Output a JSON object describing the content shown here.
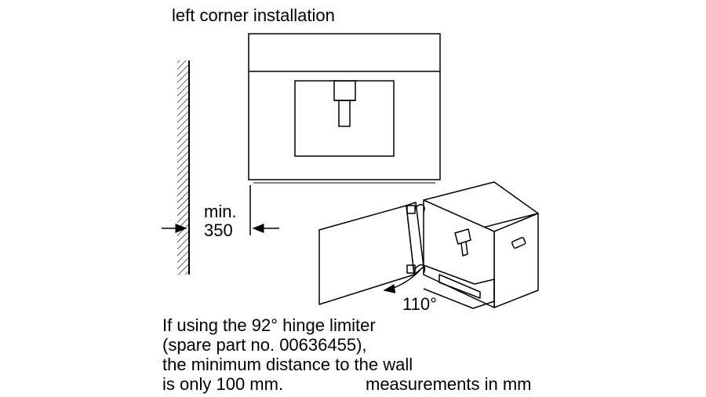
{
  "title": "left corner installation",
  "dimension": {
    "line1": "min.",
    "line2": "350"
  },
  "angle": "110°",
  "note": [
    "If using the 92° hinge limiter",
    "(spare part no. 00636455),",
    "the minimum distance to the wall",
    "is only 100 mm."
  ],
  "units": "measurements in mm"
}
